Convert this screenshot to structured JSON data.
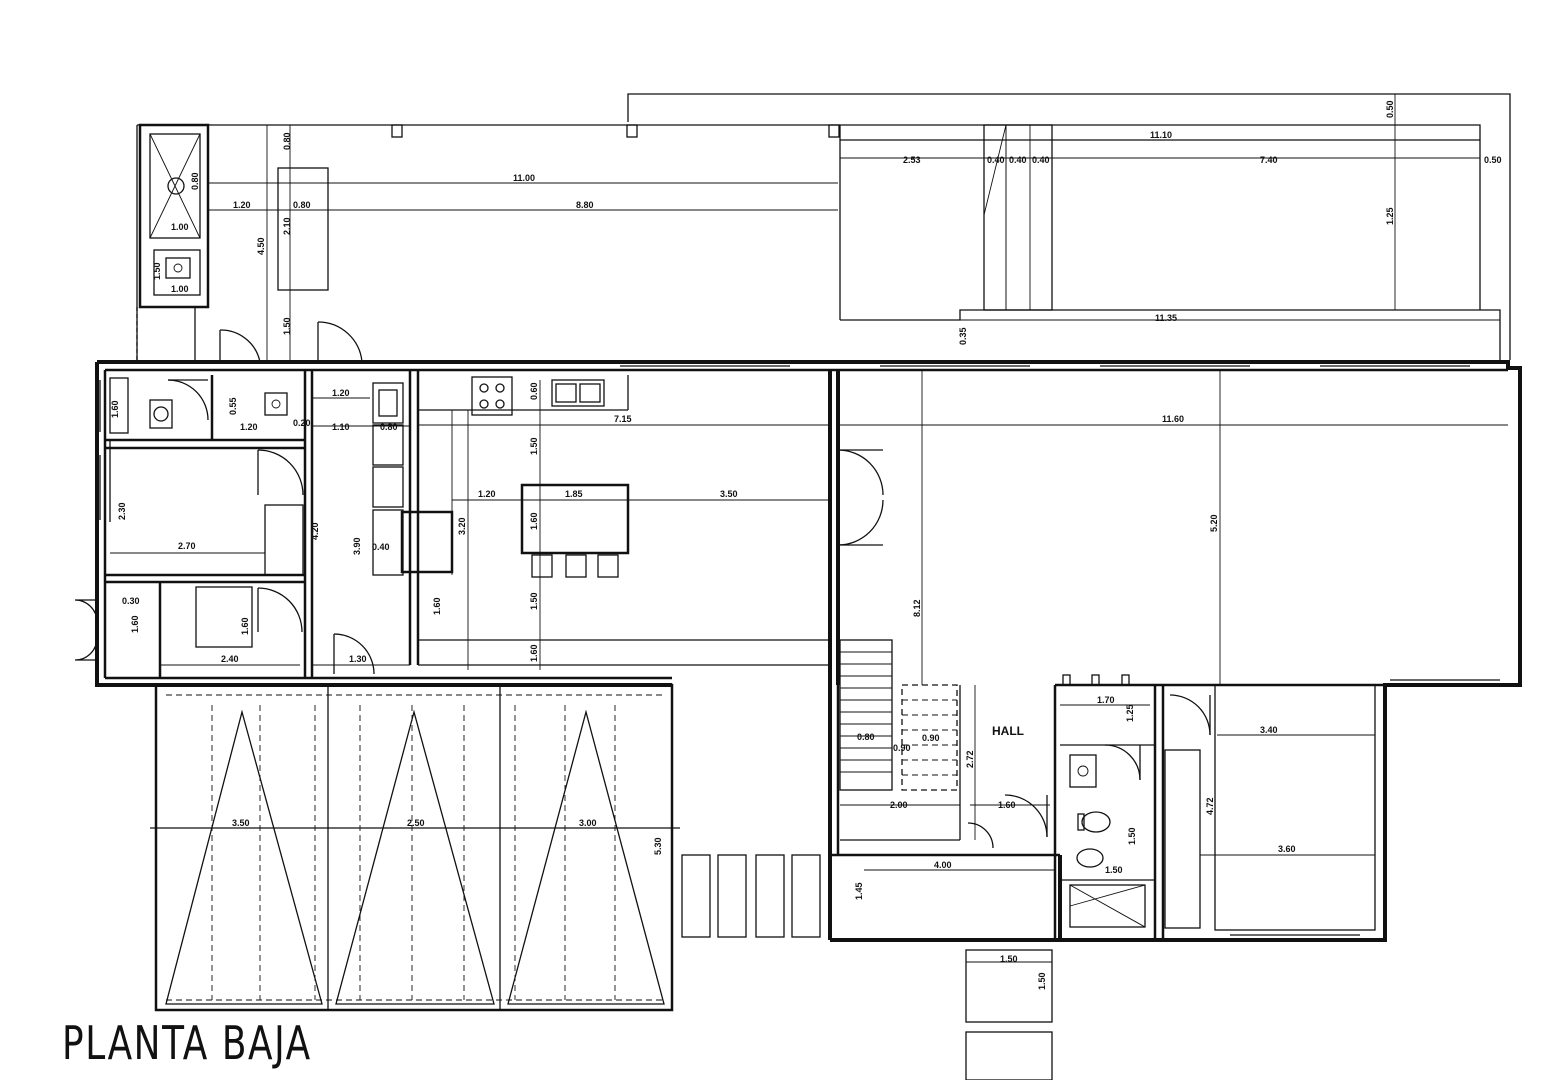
{
  "title": "PLANTA BAJA",
  "room_labels": {
    "hall": "HALL"
  },
  "dimensions": [
    "11.00",
    "8.80",
    "1.20",
    "0.80",
    "1.00",
    "1.00",
    "0.80",
    "4.50",
    "2.10",
    "1.50",
    "0.80",
    "1.50",
    "11.10",
    "2.53",
    "0.40",
    "0.40",
    "0.40",
    "7.40",
    "0.50",
    "0.50",
    "1.25",
    "11.35",
    "0.35",
    "1.20",
    "1.10",
    "0.80",
    "1.20",
    "0.20",
    "7.15",
    "1.20",
    "1.85",
    "3.50",
    "1.60",
    "0.60",
    "1.50",
    "1.50",
    "1.60",
    "3.90",
    "0.40",
    "4.20",
    "3.20",
    "0.55",
    "1.60",
    "1.60",
    "1.30",
    "2.30",
    "2.70",
    "0.30",
    "1.60",
    "2.40",
    "1.60",
    "11.60",
    "5.20",
    "8.12",
    "0.80",
    "0.90",
    "0.90",
    "2.72",
    "2.00",
    "1.60",
    "4.00",
    "1.45",
    "1.70",
    "1.25",
    "3.40",
    "4.72",
    "3.60",
    "1.50",
    "1.50",
    "3.50",
    "2.50",
    "3.00",
    "5.30",
    "1.50",
    "1.50"
  ]
}
